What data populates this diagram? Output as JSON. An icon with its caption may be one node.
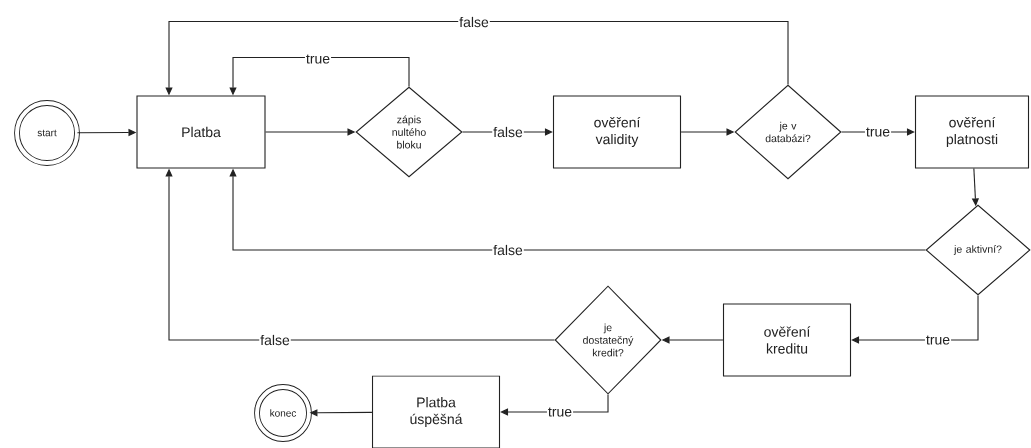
{
  "diagram": {
    "nodes": [
      {
        "text": [
          "start"
        ]
      },
      {
        "text": [
          "Platba"
        ]
      },
      {
        "text": [
          "zápis nultého bloku"
        ]
      },
      {
        "text": [
          "ověření validity"
        ]
      },
      {
        "text": [
          "je v databázi?"
        ]
      },
      {
        "text": [
          "ověření platnosti"
        ]
      },
      {
        "text": [
          "je aktivní?"
        ]
      },
      {
        "text": [
          "ověření kreditu"
        ]
      },
      {
        "text": [
          "je dostatečný kredit?"
        ]
      },
      {
        "text": [
          "Platba úspěšná"
        ]
      },
      {
        "text": [
          "konec"
        ]
      }
    ],
    "edges": [
      {
        "from": 0,
        "to": 1,
        "arrow": "to"
      },
      {
        "from": 1,
        "to": 2,
        "arrow": "to"
      },
      {
        "from": 2,
        "to": 1,
        "arrow": "to",
        "label": "true"
      },
      {
        "from": 2,
        "to": 3,
        "arrow": "to",
        "label": "false"
      },
      {
        "from": 3,
        "to": 4,
        "arrow": "to"
      },
      {
        "from": 4,
        "to": 1,
        "arrow": "to",
        "label": "false"
      },
      {
        "from": 4,
        "to": 5,
        "arrow": "to",
        "label": "true"
      },
      {
        "from": 5,
        "to": 6,
        "arrow": "to"
      },
      {
        "from": 6,
        "to": 1,
        "arrow": "to",
        "label": "false"
      },
      {
        "from": 6,
        "to": 7,
        "arrow": "to",
        "label": "true"
      },
      {
        "from": 7,
        "to": 8,
        "arrow": "to"
      },
      {
        "from": 8,
        "to": 1,
        "arrow": "to",
        "label": "false"
      },
      {
        "from": 8,
        "to": 9,
        "arrow": "to",
        "label": "true"
      },
      {
        "from": 9,
        "to": 10,
        "arrow": "to"
      }
    ]
  }
}
